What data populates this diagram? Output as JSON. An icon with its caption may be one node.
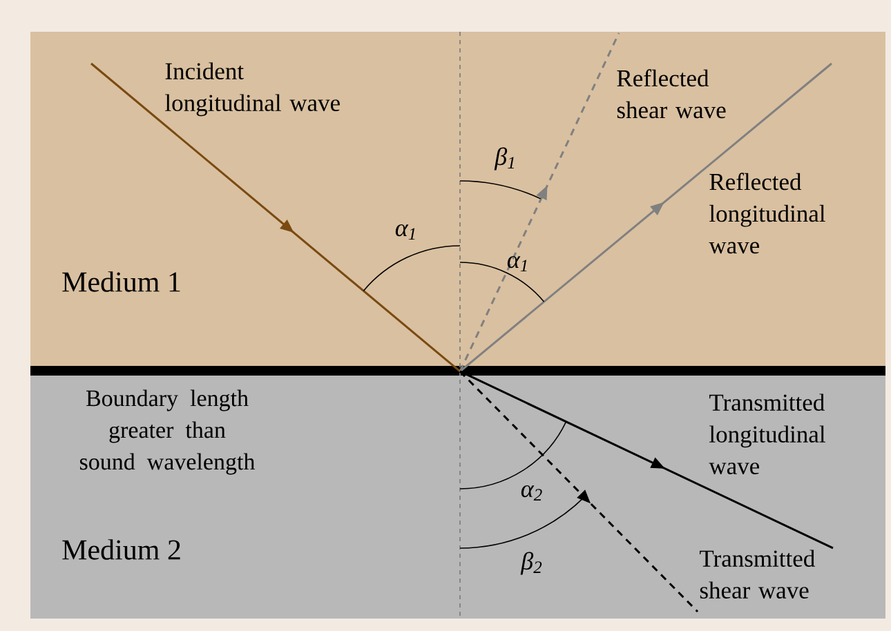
{
  "diagram": {
    "labels": [
      "Incident longitudinal wave",
      "Reflected shear wave",
      "β$_{1}$",
      "Reflected longitudinal wave",
      "α$_{1}$",
      "α$_{1}$",
      "Medium 1",
      "Boundary length greater than sound wavelength",
      "Transmitted longitudinal wave",
      "α$_{2}$",
      "Medium 2",
      "β$_{2}$",
      "Transmitted shear wave"
    ]
  }
}
